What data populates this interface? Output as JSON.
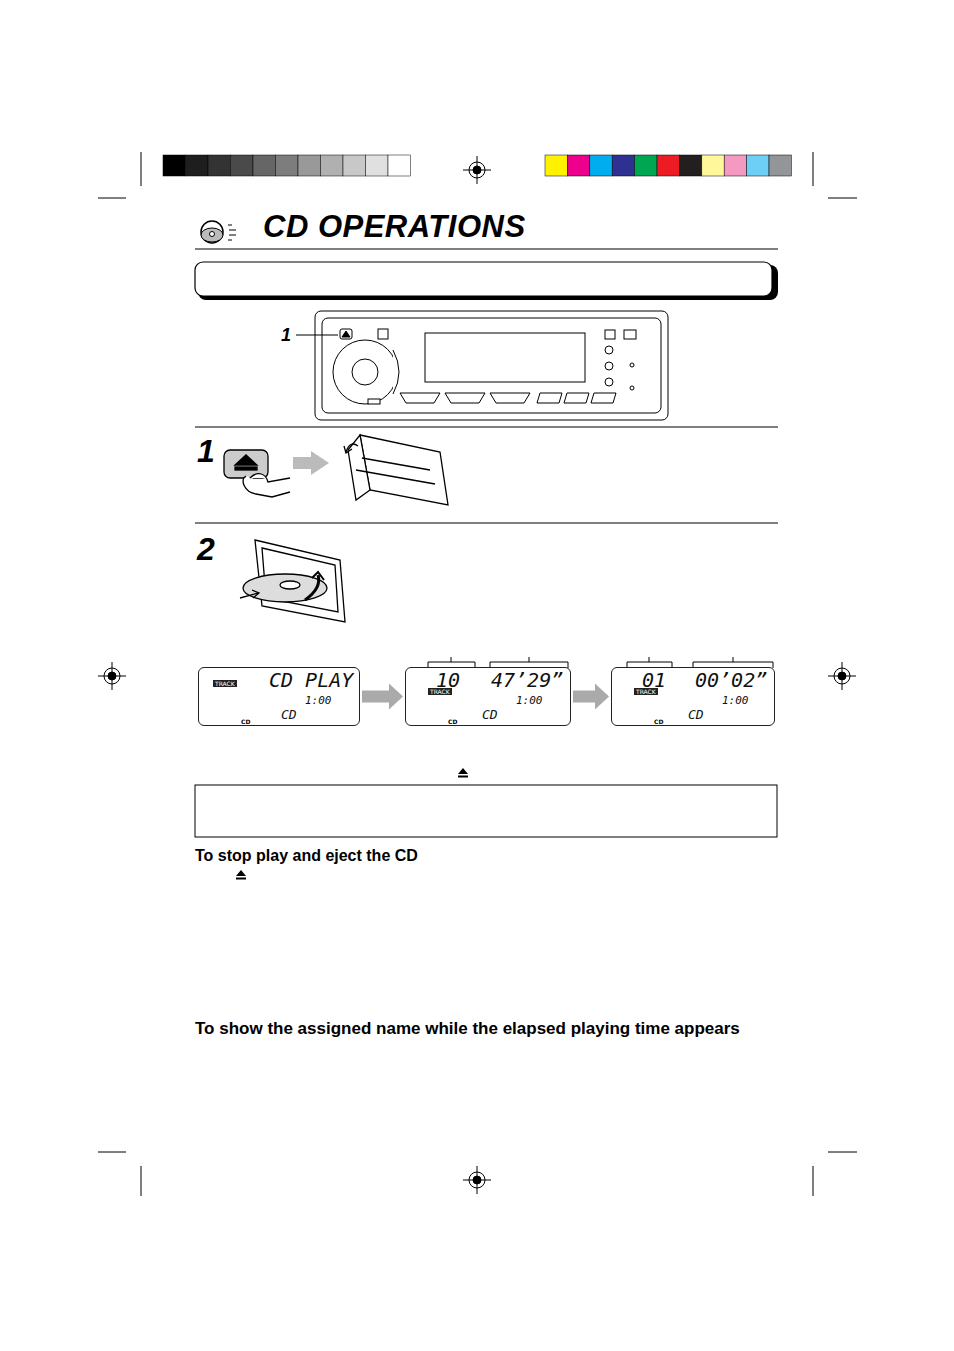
{
  "diagram": {
    "title": "CD OPERATIONS",
    "nodes": [
      {
        "text": [
          "TRACK",
          "CD PLAY",
          "1:00",
          "CD",
          "CD"
        ]
      },
      {
        "text": [
          "10",
          "TRACK",
          "47’29”",
          "1:00",
          "CD",
          "CD"
        ]
      },
      {
        "text": [
          "01",
          "TRACK",
          "00’02”",
          "1:00",
          "CD",
          "CD"
        ]
      }
    ],
    "edges": [
      {
        "from": 0,
        "to": 1,
        "arrow": "to"
      },
      {
        "from": 1,
        "to": 2,
        "arrow": "to"
      }
    ],
    "labels": [
      "1",
      "1",
      "2",
      "To stop play and eject the CD",
      "To show the assigned name while the elapsed playing time appears"
    ]
  }
}
